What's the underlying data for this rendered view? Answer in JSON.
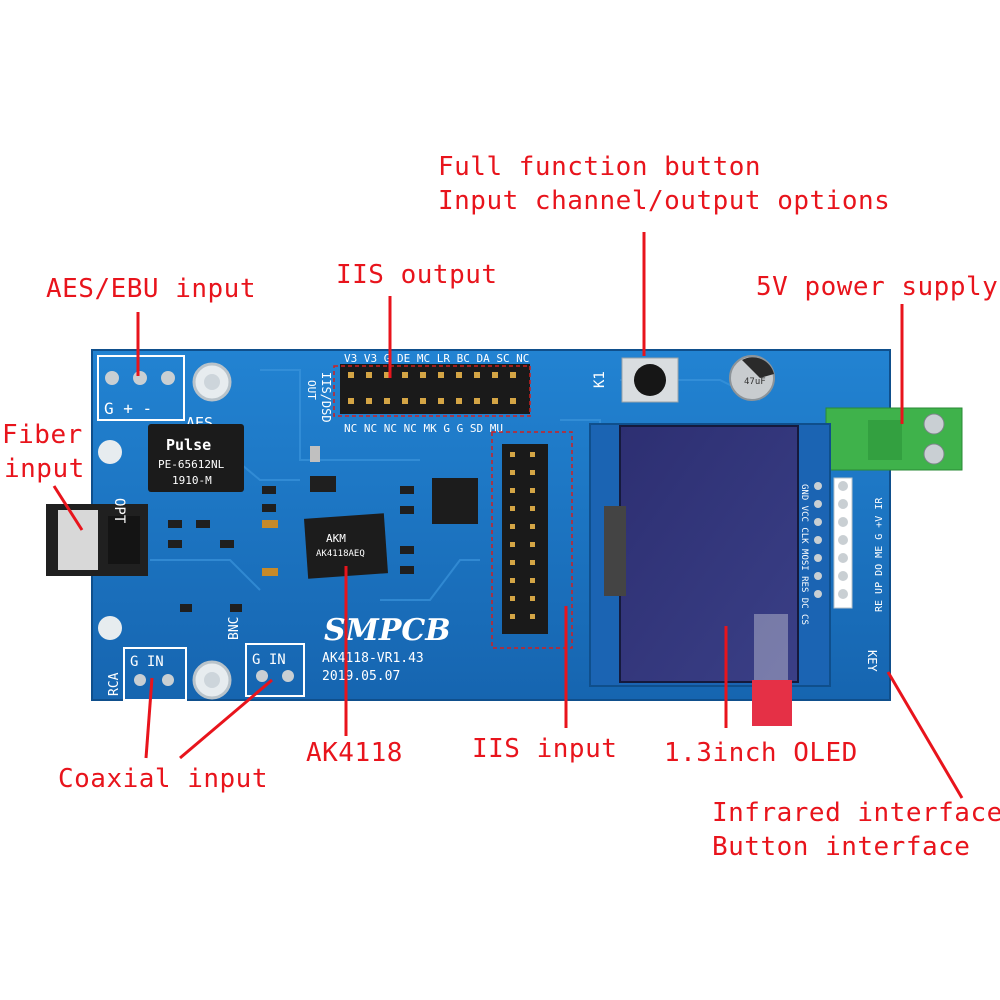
{
  "labels": {
    "full_function_line1": "Full function button",
    "full_function_line2": "Input channel/output options",
    "aes_ebu": "AES/EBU input",
    "iis_output": "IIS output",
    "power": "5V power supply",
    "fiber_line1": "Fiber",
    "fiber_line2": "input",
    "coaxial": "Coaxial input",
    "ak4118": "AK4118",
    "iis_input": "IIS input",
    "oled": "1.3inch OLED",
    "infrared": "Infrared interface",
    "button_if": "Button interface"
  },
  "board": {
    "model": "AK4118-VR1.43",
    "date": "2019.05.07",
    "brand": "SMPCB",
    "button_ref": "K1",
    "aes_silk": "AES",
    "opt_silk": "OPT",
    "bnc_silk": "BNC",
    "rca_silk": "RCA",
    "key_silk": "KEY",
    "iis_dsd_silk": "IIS/DSD",
    "out_silk": "OUT",
    "aes_terminal": "G  +  -",
    "bnc_terminal": "G IN",
    "rca_terminal": "G IN",
    "header_top_row": "V3 V3 G DE MC LR BC DA SC NC",
    "header_bottom_row": "NC NC NC NC MK  G  G SD MU",
    "transformer_brand": "Pulse",
    "transformer_part": "PE-65612NL",
    "transformer_date": "1910-M",
    "chip_brand": "AKM",
    "chip_part": "AK4118AEQ",
    "oled_pins": "GND VCC CLK MOSI RES DC CS",
    "key_pins": "RE UP DO ME G +V IR",
    "capacitor": "47uF"
  },
  "colors": {
    "annotation": "#e8141c",
    "pcb": "#1a72c0",
    "oled_panel": "#2a2f6e"
  }
}
